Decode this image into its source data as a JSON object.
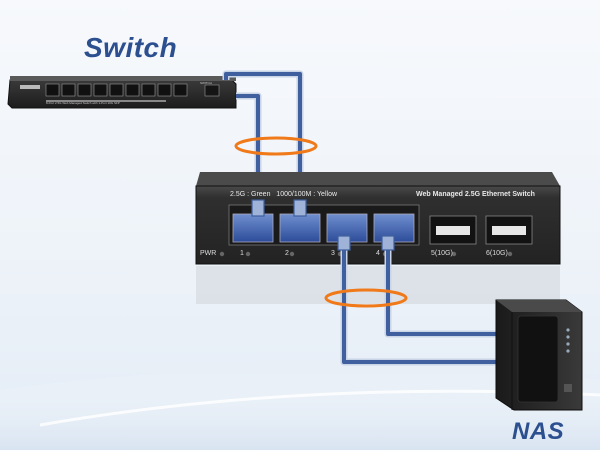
{
  "labels": {
    "switch": "Switch",
    "nas": "NAS"
  },
  "main_switch": {
    "top_legend": "2.5G : Green   1000/100M : Yellow",
    "title": "Web Managed 2.5G Ethernet Switch",
    "power": "PWR",
    "ports": [
      {
        "label": "1"
      },
      {
        "label": "2"
      },
      {
        "label": "3"
      },
      {
        "label": "4"
      }
    ],
    "sfp_ports": [
      {
        "label": "5(10G)"
      },
      {
        "label": "6(10G)"
      }
    ]
  },
  "small_switch": {
    "brand": "SWITCH",
    "caption": "8-Port 2.5G Web Managed Switch with 1-Port 10G SFP"
  },
  "colors": {
    "cable": "#3f5f9e",
    "ring": "#f07a1a",
    "label": "#2c4f8f",
    "device_body": "#2a2a2a"
  }
}
